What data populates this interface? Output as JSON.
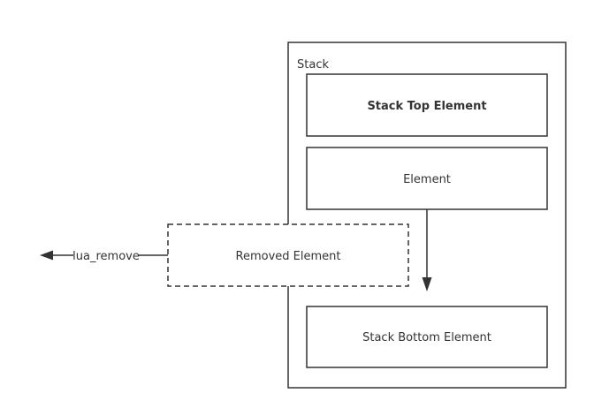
{
  "stack": {
    "label": "Stack",
    "top_element": "Stack Top Element",
    "element": "Element",
    "bottom_element": "Stack Bottom Element"
  },
  "removed": {
    "label": "Removed Element",
    "operation_label": "lua_remove"
  },
  "colors": {
    "stroke": "#333333",
    "background": "#ffffff",
    "text": "#333333"
  },
  "icons": {
    "shift_arrow": "arrow-down-icon",
    "remove_arrow": "arrow-left-icon"
  }
}
